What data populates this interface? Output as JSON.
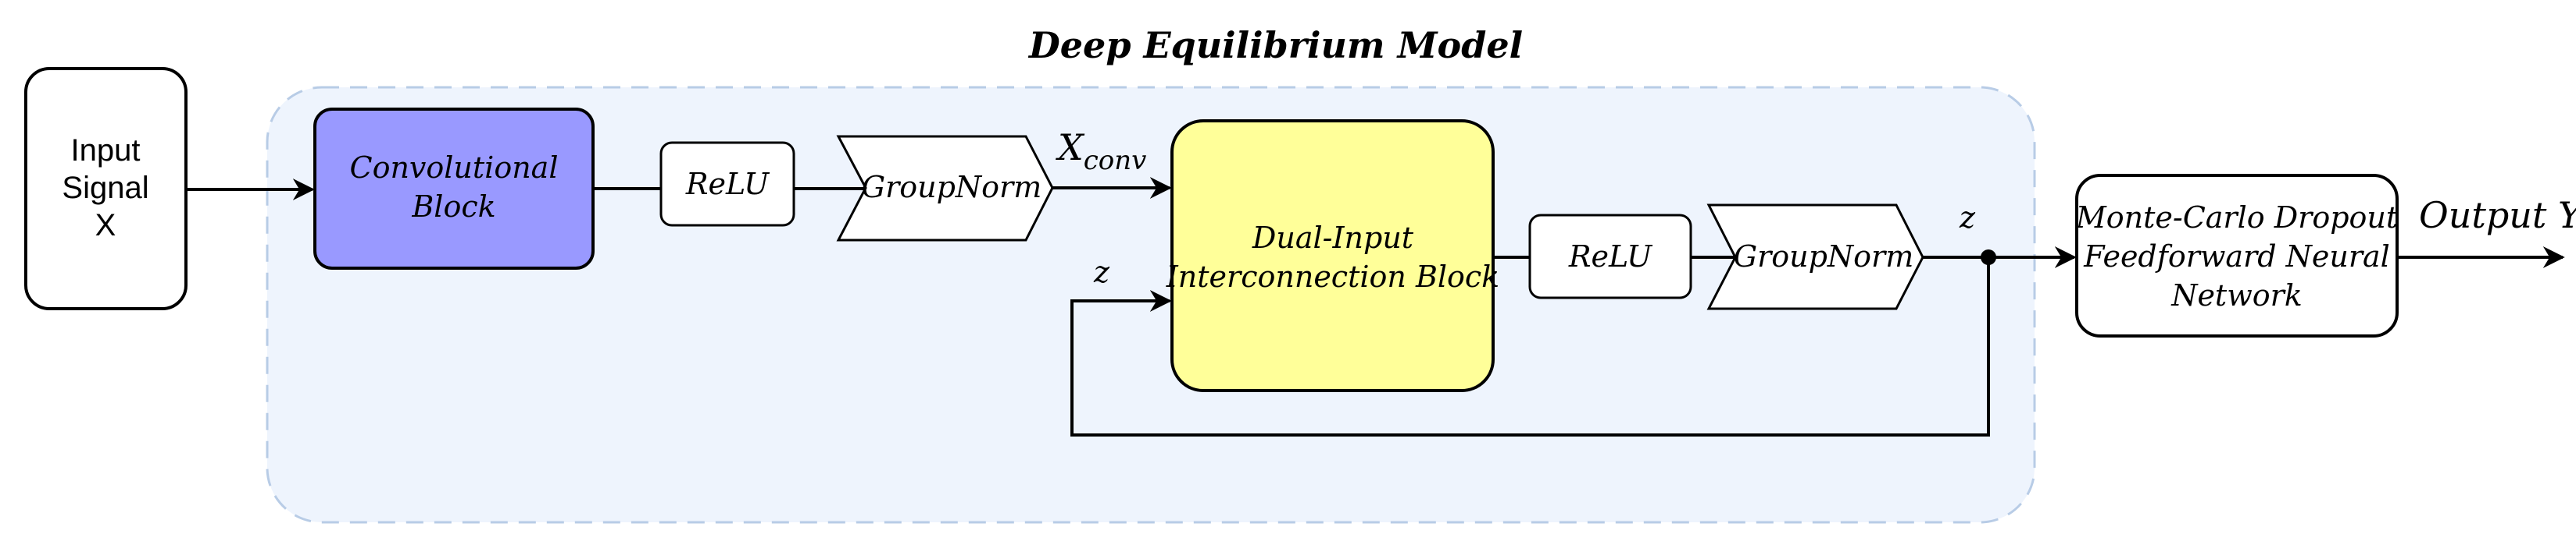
{
  "diagram": {
    "title": "Deep Equilibrium Model",
    "colors": {
      "background_region": "#eef4fd",
      "region_border": "#b8cce6",
      "convolutional_block": "#9999ff",
      "interconnection_block": "#ffff99",
      "box_fill": "#ffffff",
      "stroke": "#000000"
    },
    "nodes": {
      "input": {
        "line1": "Input",
        "line2": "Signal",
        "line3": "X"
      },
      "conv": {
        "line1": "Convolutional",
        "line2": "Block"
      },
      "relu1": {
        "label": "ReLU"
      },
      "groupnorm1": {
        "label": "GroupNorm"
      },
      "dual": {
        "line1": "Dual-Input",
        "line2": "Interconnection Block"
      },
      "relu2": {
        "label": "ReLU"
      },
      "groupnorm2": {
        "label": "GroupNorm"
      },
      "mc": {
        "line1": "Monte-Carlo Dropout",
        "line2": "Feedforward Neural",
        "line3": "Network"
      }
    },
    "edge_labels": {
      "xconv_base": "X",
      "xconv_sub": "conv",
      "z_feedback": "z",
      "z_output": "z",
      "output": "Output Y"
    }
  }
}
